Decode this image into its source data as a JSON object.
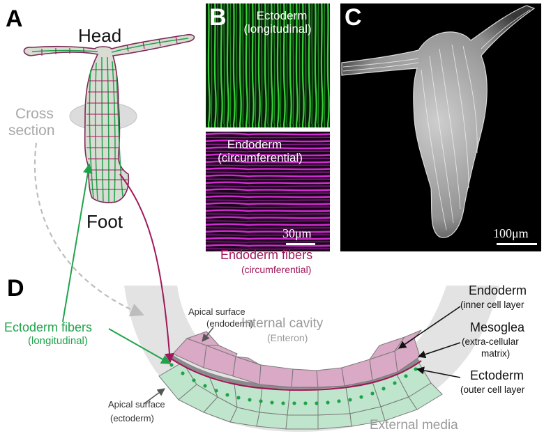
{
  "panels": {
    "a": {
      "label": "A",
      "head": "Head",
      "foot": "Foot",
      "cross_line1": "Cross",
      "cross_line2": "section"
    },
    "b": {
      "label": "B",
      "top_line1": "Ectoderm",
      "top_line2": "(longitudinal)",
      "bottom_line1": "Endoderm",
      "bottom_line2": "(circumferential)",
      "scale": "30μm"
    },
    "c": {
      "label": "C",
      "scale": "100μm"
    },
    "d": {
      "label": "D",
      "endo_fibers": "Endoderm fibers",
      "endo_fibers_sub": "(circumferential)",
      "ecto_fibers": "Ectoderm fibers",
      "ecto_fibers_sub": "(longitudinal)",
      "apical_endo_1": "Apical surface",
      "apical_endo_2": "(endoderm)",
      "apical_ecto_1": "Apical surface",
      "apical_ecto_2": "(ectoderm)",
      "cavity": "Internal cavity",
      "cavity_sub": "(Enteron)",
      "external": "External media",
      "endoderm": "Endoderm",
      "endoderm_sub": "(inner cell layer",
      "mesoglea": "Mesoglea",
      "mesoglea_sub1": "(extra-cellular",
      "mesoglea_sub2": "matrix)",
      "ectoderm": "Ectoderm",
      "ectoderm_sub": "(outer cell layer"
    }
  },
  "colors": {
    "ecto_green": "#1fa34a",
    "endo_magenta": "#a0185a",
    "endo_cell": "#d9a9c5",
    "ecto_cell": "#bfe6cc",
    "grey_text": "#a9a9a9"
  }
}
